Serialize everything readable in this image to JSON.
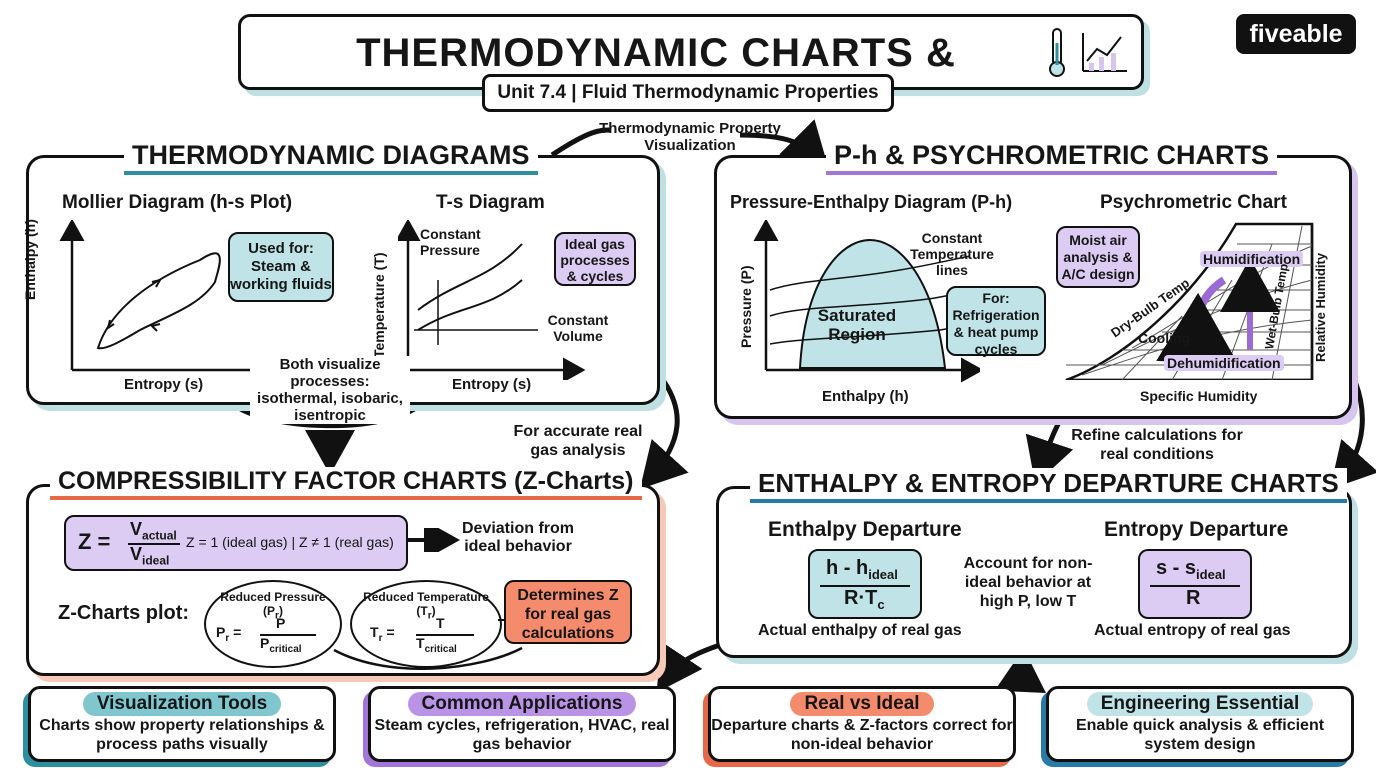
{
  "header": {
    "title": "THERMODYNAMIC CHARTS & APPLICATIONS",
    "subtitle": "Unit 7.4 | Fluid Thermodynamic Properties",
    "logo": "fiveable"
  },
  "connectors": {
    "top_link": "Thermodynamic Property Visualization",
    "real_gas": "For accurate real gas analysis",
    "refine": "Refine calculations for real conditions"
  },
  "thermo_diagrams": {
    "title": "THERMODYNAMIC DIAGRAMS",
    "mollier": {
      "heading": "Mollier Diagram (h-s Plot)",
      "y_label": "Enthalpy (h)",
      "x_label": "Entropy (s)",
      "note": "Used for: Steam & working fluids"
    },
    "ts": {
      "heading": "T-s Diagram",
      "y_label": "Temperature (T)",
      "x_label": "Entropy (s)",
      "constant_pressure": "Constant Pressure",
      "constant_volume": "Constant Volume",
      "note": "Ideal gas processes & cycles"
    },
    "both": "Both visualize processes: isothermal, isobaric, isentropic"
  },
  "ph_psychro": {
    "title": "P-h & PSYCHROMETRIC CHARTS",
    "ph": {
      "heading": "Pressure-Enthalpy Diagram (P-h)",
      "y_label": "Pressure (P)",
      "x_label": "Enthalpy (h)",
      "saturated": "Saturated Region",
      "constant_temp": "Constant Temperature lines",
      "note": "For: Refrigeration & heat pump cycles"
    },
    "psychro": {
      "heading": "Psychrometric Chart",
      "note": "Moist air analysis & A/C design",
      "dry_bulb": "Dry-Bulb Temp",
      "humidification": "Humidification",
      "wet_bulb": "Wet-Bulb Temp",
      "relative_humidity": "Relative Humidity",
      "cooling": "Cooling",
      "dehumidification": "Dehumidification",
      "specific_humidity": "Specific Humidity"
    }
  },
  "z_charts": {
    "title": "COMPRESSIBILITY FACTOR CHARTS (Z-Charts)",
    "z_lhs": "Z =",
    "z_num": "V",
    "z_num_sub": "actual",
    "z_den": "V",
    "z_den_sub": "ideal",
    "z_cases": "Z = 1 (ideal gas) | Z ≠ 1 (real gas)",
    "deviation": "Deviation from ideal behavior",
    "plot_label": "Z-Charts plot:",
    "reduced_pressure": {
      "title": "Reduced Pressure (P",
      "title_sub": "r",
      "lhs": "P",
      "lhs_sub": "r",
      "eq": "=",
      "num": "P",
      "den": "P",
      "den_sub": "critical"
    },
    "reduced_temperature": {
      "title": "Reduced Temperature (T",
      "title_sub": "r",
      "lhs": "T",
      "lhs_sub": "r",
      "eq": "=",
      "num": "T",
      "den": "T",
      "den_sub": "critical"
    },
    "determines": "Determines Z for real gas calculations"
  },
  "departure": {
    "title": "ENTHALPY & ENTROPY DEPARTURE CHARTS",
    "enthalpy": {
      "heading": "Enthalpy Departure",
      "num": "h - h",
      "num_sub": "ideal",
      "den": "R·T",
      "den_sub": "c",
      "caption": "Actual enthalpy of real gas"
    },
    "account": "Account for non-ideal behavior at high P, low T",
    "entropy": {
      "heading": "Entropy Departure",
      "num": "s - s",
      "num_sub": "ideal",
      "den": "R",
      "caption": "Actual entropy of real gas"
    }
  },
  "bottom_cards": [
    {
      "title": "Visualization Tools",
      "body": "Charts show property relationships & process paths visually",
      "color": "#7fc6cf"
    },
    {
      "title": "Common Applications",
      "body": "Steam cycles, refrigeration, HVAC, real gas behavior",
      "color": "#b994e6"
    },
    {
      "title": "Real vs Ideal",
      "body": "Departure charts & Z-factors correct for non-ideal behavior",
      "color": "#f48b6c"
    },
    {
      "title": "Engineering Essential",
      "body": "Enable quick analysis & efficient system design",
      "color": "#bfe3e6"
    }
  ],
  "colors": {
    "teal": "#2e8fa0",
    "purple": "#a276d8",
    "orange": "#e8694a",
    "teal_fill": "#bfe3e6",
    "purple_fill": "#dccbf3"
  }
}
